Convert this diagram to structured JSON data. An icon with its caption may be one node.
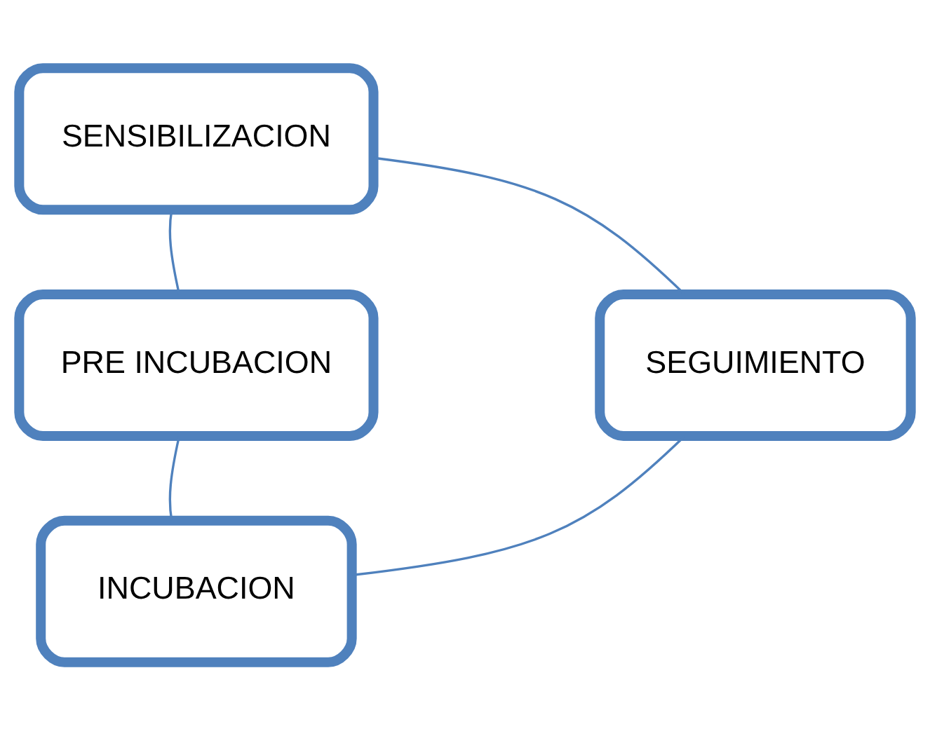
{
  "diagram": {
    "nodes": [
      {
        "text": [
          "SENSIBILIZACION"
        ]
      },
      {
        "text": [
          "PRE INCUBACION"
        ]
      },
      {
        "text": [
          "INCUBACION"
        ]
      },
      {
        "text": [
          "SEGUIMIENTO"
        ]
      }
    ],
    "edges": [
      {
        "from": 0,
        "to": 1,
        "arrow": "none"
      },
      {
        "from": 1,
        "to": 2,
        "arrow": "none"
      },
      {
        "from": 2,
        "to": 3,
        "arrow": "none"
      },
      {
        "from": 3,
        "to": 0,
        "arrow": "none"
      }
    ]
  }
}
